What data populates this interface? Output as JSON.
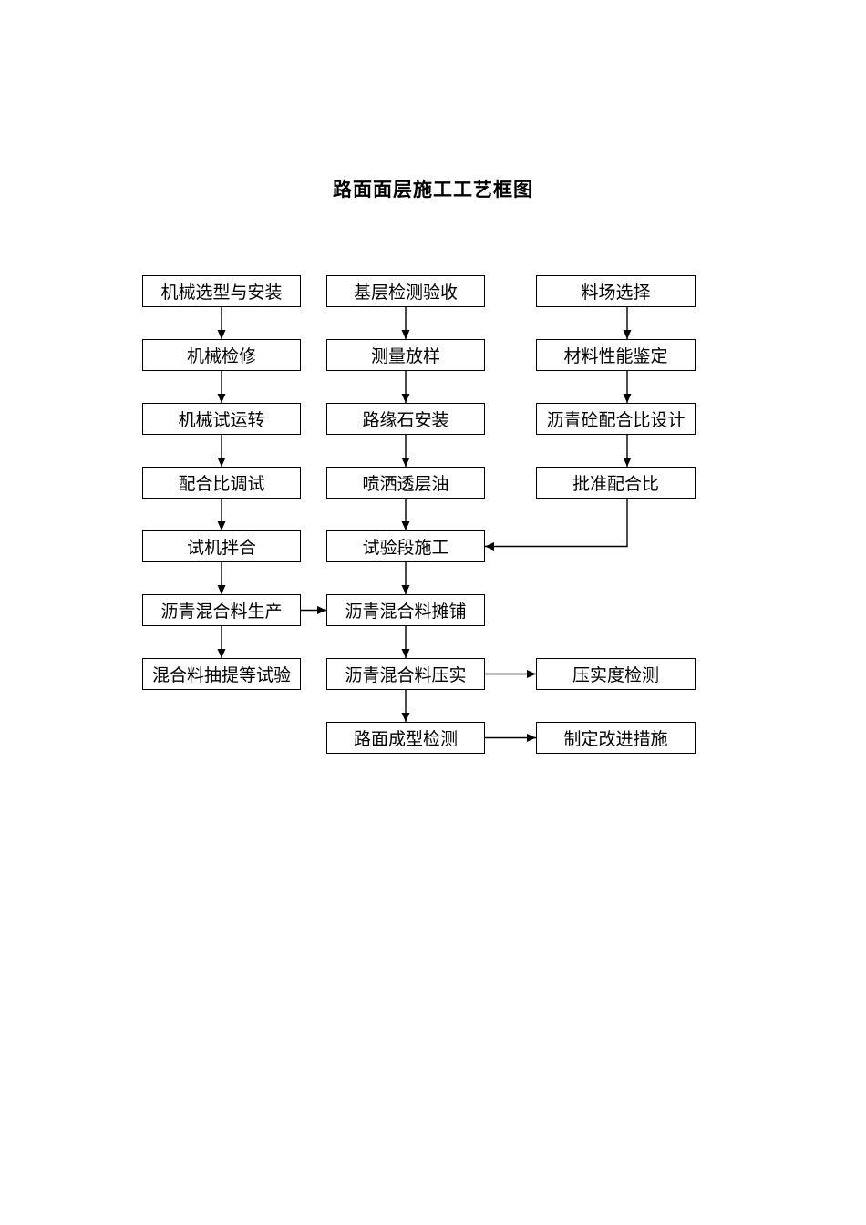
{
  "page_title": "路面面层施工工艺框图",
  "flowchart": {
    "columns": [
      {
        "id": "left-machinery-column",
        "nodes": [
          {
            "label": "机械选型与安装"
          },
          {
            "label": "机械检修"
          },
          {
            "label": "机械试运转"
          },
          {
            "label": "配合比调试"
          },
          {
            "label": "试机拌合"
          },
          {
            "label": "沥青混合料生产"
          },
          {
            "label": "混合料抽提等试验"
          }
        ]
      },
      {
        "id": "middle-construction-column",
        "nodes": [
          {
            "label": "基层检测验收"
          },
          {
            "label": "测量放样"
          },
          {
            "label": "路缘石安装"
          },
          {
            "label": "喷洒透层油"
          },
          {
            "label": "试验段施工"
          },
          {
            "label": "沥青混合料摊铺"
          },
          {
            "label": "沥青混合料压实"
          },
          {
            "label": "路面成型检测"
          }
        ]
      },
      {
        "id": "right-material-column",
        "nodes": [
          {
            "label": "料场选择"
          },
          {
            "label": "材料性能鉴定"
          },
          {
            "label": "沥青砼配合比设计"
          },
          {
            "label": "批准配合比"
          },
          {
            "label": "压实度检测"
          },
          {
            "label": "制定改进措施"
          }
        ]
      }
    ],
    "edges": [
      {
        "from": "机械选型与安装",
        "to": "机械检修"
      },
      {
        "from": "机械检修",
        "to": "机械试运转"
      },
      {
        "from": "机械试运转",
        "to": "配合比调试"
      },
      {
        "from": "配合比调试",
        "to": "试机拌合"
      },
      {
        "from": "试机拌合",
        "to": "沥青混合料生产"
      },
      {
        "from": "沥青混合料生产",
        "to": "混合料抽提等试验"
      },
      {
        "from": "沥青混合料生产",
        "to": "沥青混合料摊铺"
      },
      {
        "from": "基层检测验收",
        "to": "测量放样"
      },
      {
        "from": "测量放样",
        "to": "路缘石安装"
      },
      {
        "from": "路缘石安装",
        "to": "喷洒透层油"
      },
      {
        "from": "喷洒透层油",
        "to": "试验段施工"
      },
      {
        "from": "试验段施工",
        "to": "沥青混合料摊铺"
      },
      {
        "from": "沥青混合料摊铺",
        "to": "沥青混合料压实"
      },
      {
        "from": "沥青混合料压实",
        "to": "路面成型检测"
      },
      {
        "from": "沥青混合料压实",
        "to": "压实度检测"
      },
      {
        "from": "路面成型检测",
        "to": "制定改进措施"
      },
      {
        "from": "料场选择",
        "to": "材料性能鉴定"
      },
      {
        "from": "材料性能鉴定",
        "to": "沥青砼配合比设计"
      },
      {
        "from": "沥青砼配合比设计",
        "to": "批准配合比"
      },
      {
        "from": "批准配合比",
        "to": "试验段施工"
      }
    ],
    "line_color": "#000000",
    "box_background": "#ffffff"
  }
}
